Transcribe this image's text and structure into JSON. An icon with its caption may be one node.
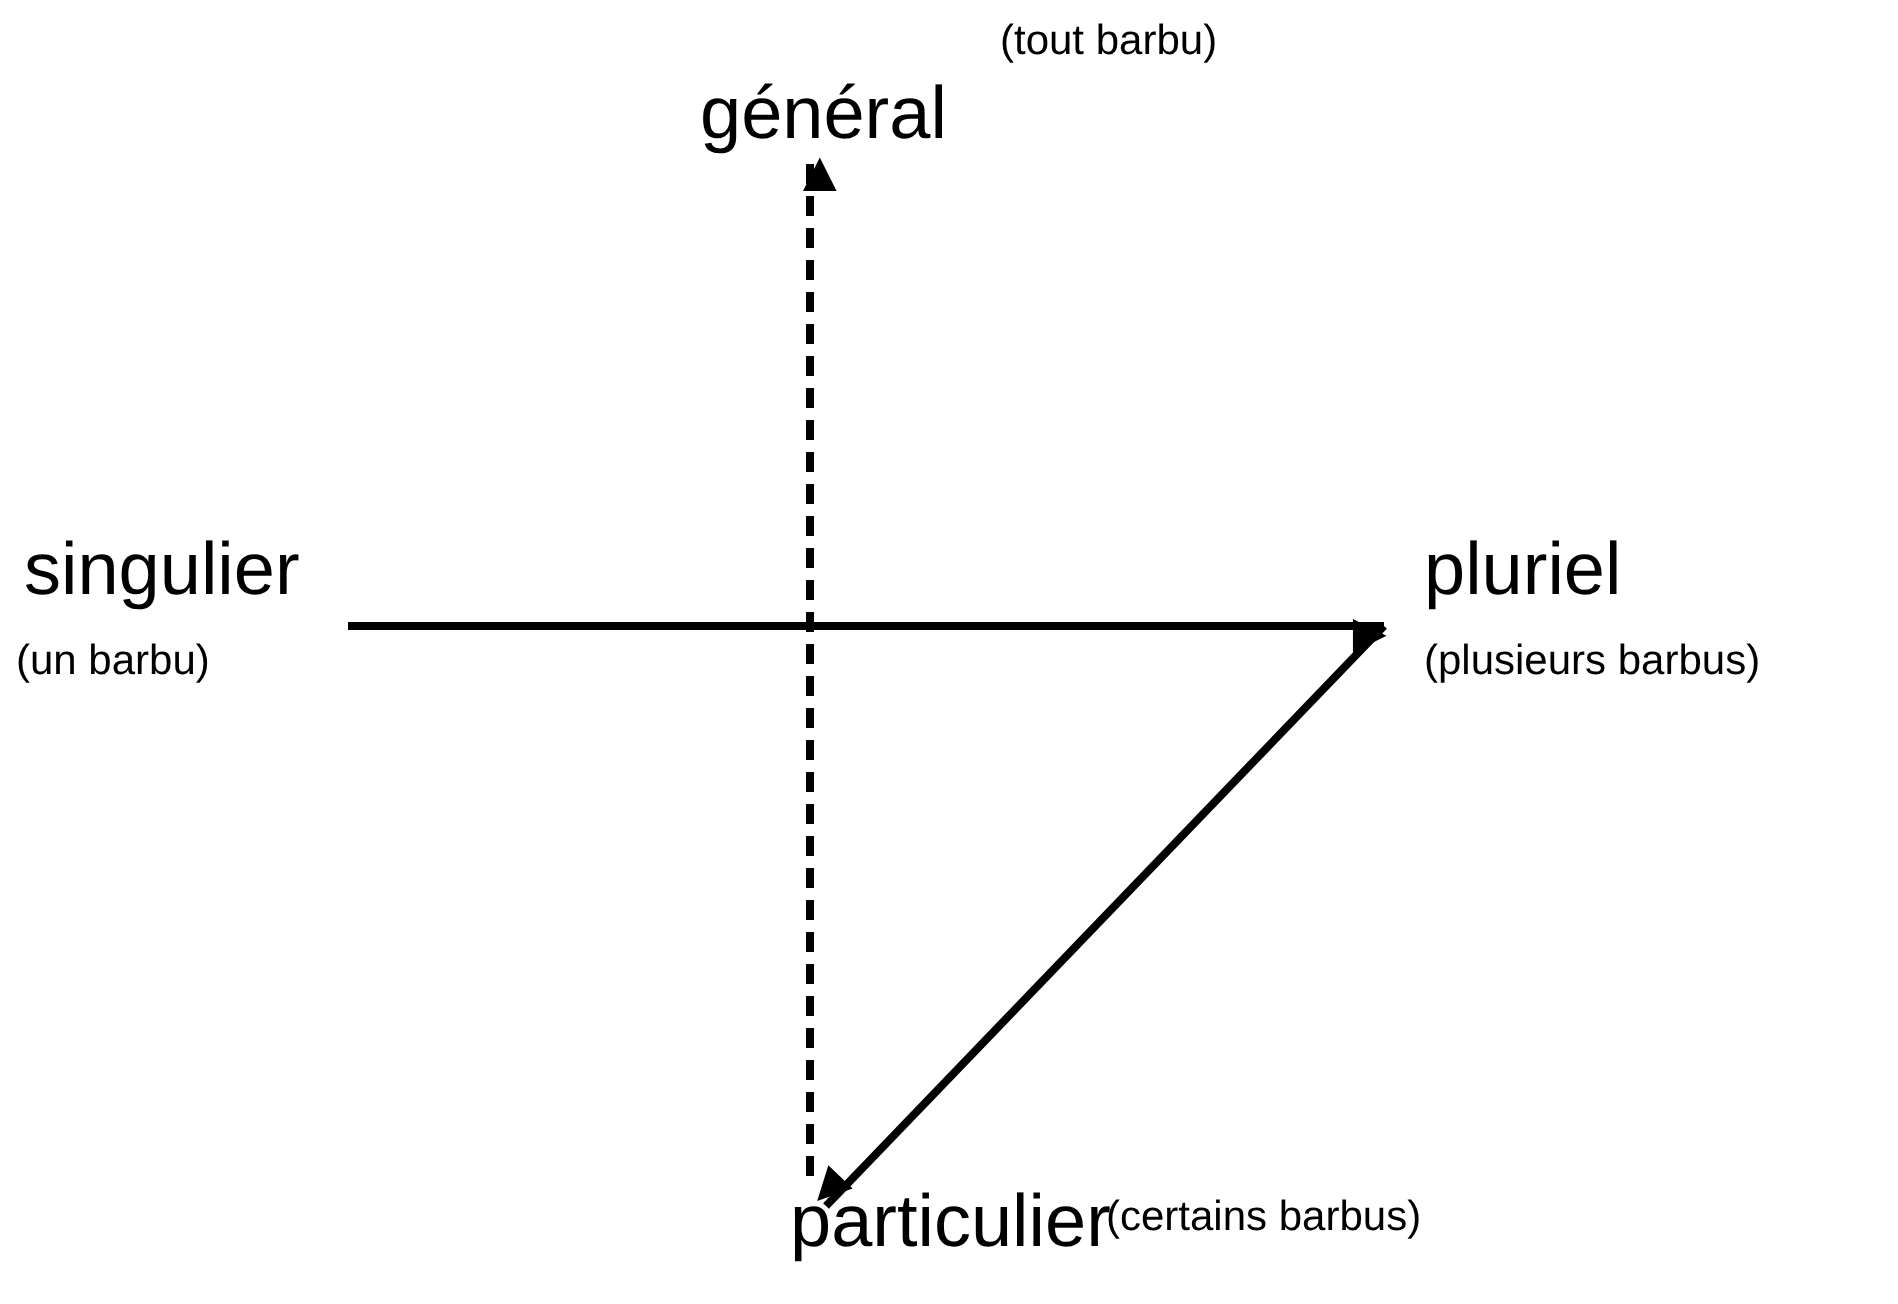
{
  "diagram": {
    "nodes": [
      {
        "text": [
          "général",
          "(tout barbu)"
        ]
      },
      {
        "text": [
          "singulier",
          "(un barbu)"
        ]
      },
      {
        "text": [
          "pluriel",
          "(plusieurs barbus)"
        ]
      },
      {
        "text": [
          "particulier",
          "(certains barbus)"
        ]
      }
    ],
    "edges": [
      {
        "from": 3,
        "to": 0,
        "arrow": "to",
        "style": "dashed"
      },
      {
        "from": 1,
        "to": 2,
        "arrow": "to"
      },
      {
        "from": 2,
        "to": 3,
        "arrow": "to"
      }
    ]
  }
}
